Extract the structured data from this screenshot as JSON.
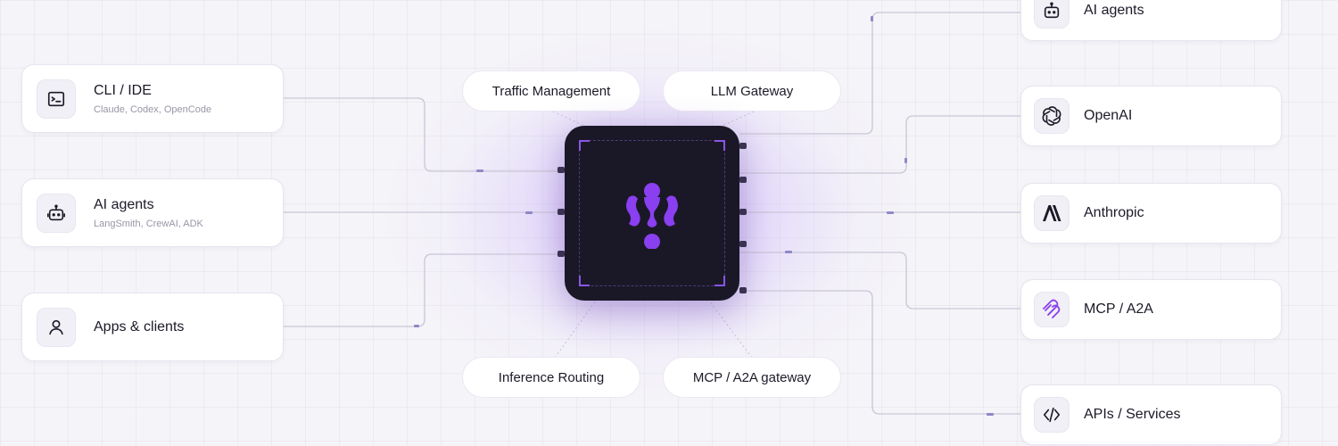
{
  "colors": {
    "accent": "#8a3ff0",
    "hub_background": "#1a1827",
    "connector": "#c9c6d6",
    "connector_marker": "#8f88c8"
  },
  "hub": {
    "logo_icon": "purple-bulb-logo-icon"
  },
  "pills": {
    "traffic_management": "Traffic Management",
    "llm_gateway": "LLM Gateway",
    "inference_routing": "Inference Routing",
    "mcp_a2a_gateway": "MCP / A2A gateway"
  },
  "sources": [
    {
      "title": "CLI / IDE",
      "subtitle": "Claude, Codex, OpenCode",
      "icon": "terminal-icon"
    },
    {
      "title": "AI agents",
      "subtitle": "LangSmith, CrewAI, ADK",
      "icon": "robot-icon"
    },
    {
      "title": "Apps & clients",
      "subtitle": "",
      "icon": "user-icon"
    }
  ],
  "destinations": [
    {
      "title": "AI agents",
      "icon": "robot-icon"
    },
    {
      "title": "OpenAI",
      "icon": "openai-logo-icon"
    },
    {
      "title": "Anthropic",
      "icon": "anthropic-logo-icon"
    },
    {
      "title": "MCP / A2A",
      "icon": "mcp-logo-icon"
    },
    {
      "title": "APIs / Services",
      "icon": "code-brackets-icon"
    }
  ]
}
